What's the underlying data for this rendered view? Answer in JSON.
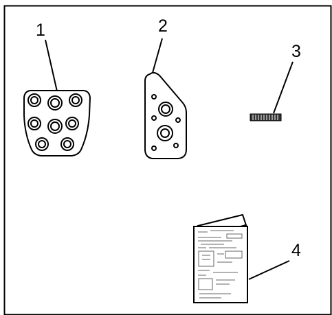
{
  "callouts": [
    {
      "label": "1",
      "part": "brake-pedal-pad"
    },
    {
      "label": "2",
      "part": "accelerator-pedal-pad"
    },
    {
      "label": "3",
      "part": "fastener-strip"
    },
    {
      "label": "4",
      "part": "instruction-booklet"
    }
  ],
  "colors": {
    "line": "#000000",
    "background": "#ffffff",
    "detail": "#666666"
  }
}
